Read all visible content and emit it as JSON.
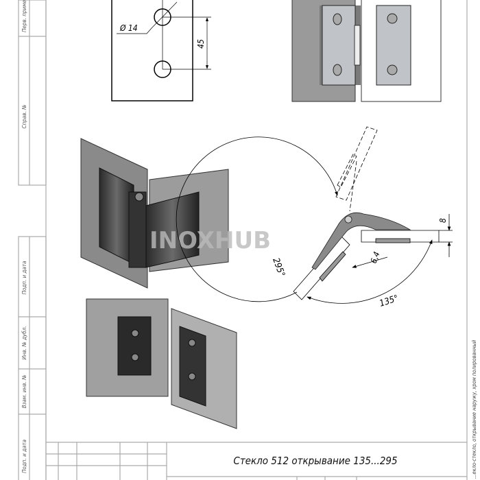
{
  "side_stamps": [
    "Перв. примен.",
    "Справ. №",
    "Подп. и дата",
    "Инв. № дубл.",
    "Взам. инв. №",
    "Подп. и дата"
  ],
  "dimensions": {
    "hole_diameter": "Ø 14",
    "hole_spacing": "45",
    "glass_thickness": "8",
    "gap": "6,4",
    "angle_min": "135°",
    "angle_max": "295°"
  },
  "watermark": "INOXHUB",
  "title_block": {
    "title": "Стекло 512 открывание 135...295"
  },
  "side_note": "...екло-стекло, открывание наружу, хром полированный"
}
